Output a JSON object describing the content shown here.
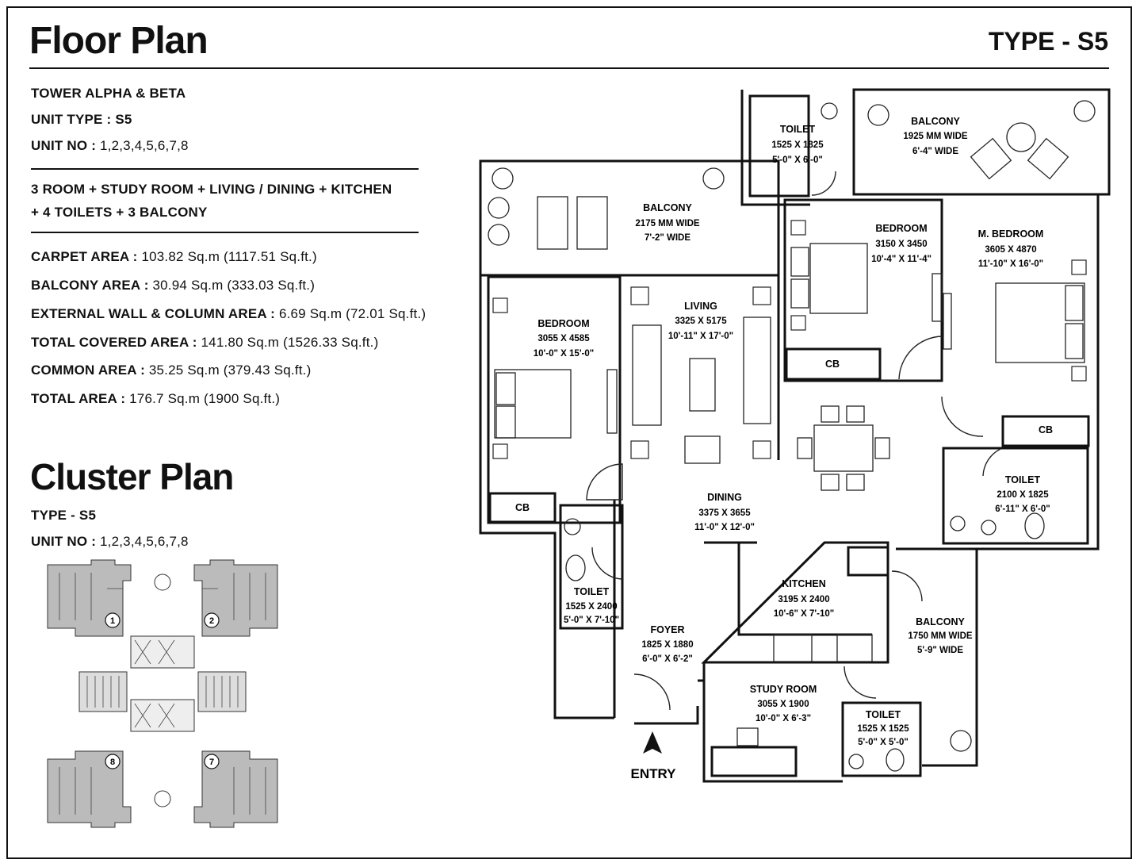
{
  "header": {
    "title": "Floor Plan",
    "type_label": "TYPE - S5"
  },
  "info": {
    "tower": "TOWER ALPHA & BETA",
    "unit_type_label": "UNIT TYPE :",
    "unit_type_value": "S5",
    "unit_no_label": "UNIT NO :",
    "unit_no_value": "1,2,3,4,5,6,7,8",
    "config_line1": "3 ROOM + STUDY ROOM + LIVING / DINING + KITCHEN",
    "config_line2": "+ 4 TOILETS + 3 BALCONY",
    "areas": [
      {
        "label": "CARPET AREA :",
        "value": "103.82 Sq.m (1117.51 Sq.ft.)"
      },
      {
        "label": "BALCONY AREA :",
        "value": "30.94 Sq.m (333.03 Sq.ft.)"
      },
      {
        "label": "EXTERNAL WALL & COLUMN AREA :",
        "value": "6.69 Sq.m (72.01 Sq.ft.)"
      },
      {
        "label": "TOTAL COVERED AREA :",
        "value": "141.80 Sq.m (1526.33 Sq.ft.)"
      },
      {
        "label": "COMMON AREA :",
        "value": "35.25 Sq.m (379.43 Sq.ft.)"
      },
      {
        "label": "TOTAL AREA :",
        "value": "176.7 Sq.m (1900 Sq.ft.)"
      }
    ]
  },
  "cluster": {
    "title": "Cluster Plan",
    "type_label": "TYPE - S5",
    "unit_no_label": "UNIT NO :",
    "unit_no_value": "1,2,3,4,5,6,7,8",
    "unit_markers": [
      "1",
      "2",
      "8",
      "7"
    ]
  },
  "rooms": [
    {
      "name": "TOILET",
      "l1": "1525 X 1825",
      "l2": "5'-0\" X 6'-0\""
    },
    {
      "name": "BALCONY",
      "l1": "1925 MM WIDE",
      "l2": "6'-4\" WIDE"
    },
    {
      "name": "BALCONY",
      "l1": "2175 MM WIDE",
      "l2": "7'-2\" WIDE"
    },
    {
      "name": "BEDROOM",
      "l1": "3150 X 3450",
      "l2": "10'-4\" X 11'-4\""
    },
    {
      "name": "M. BEDROOM",
      "l1": "3605 X 4870",
      "l2": "11'-10\" X 16'-0\""
    },
    {
      "name": "BEDROOM",
      "l1": "3055 X 4585",
      "l2": "10'-0\" X 15'-0\""
    },
    {
      "name": "LIVING",
      "l1": "3325 X 5175",
      "l2": "10'-11\" X 17'-0\""
    },
    {
      "name": "DINING",
      "l1": "3375 X 3655",
      "l2": "11'-0\" X 12'-0\""
    },
    {
      "name": "TOILET",
      "l1": "2100 X 1825",
      "l2": "6'-11\" X 6'-0\""
    },
    {
      "name": "TOILET",
      "l1": "1525 X 2400",
      "l2": "5'-0\" X 7'-10\""
    },
    {
      "name": "KITCHEN",
      "l1": "3195 X 2400",
      "l2": "10'-6\" X 7'-10\""
    },
    {
      "name": "BALCONY",
      "l1": "1750 MM WIDE",
      "l2": "5'-9\" WIDE"
    },
    {
      "name": "FOYER",
      "l1": "1825 X 1880",
      "l2": "6'-0\" X 6'-2\""
    },
    {
      "name": "STUDY ROOM",
      "l1": "3055 X 1900",
      "l2": "10'-0\" X 6'-3\""
    },
    {
      "name": "TOILET",
      "l1": "1525 X 1525",
      "l2": "5'-0\" X 5'-0\""
    }
  ],
  "cb_labels": [
    "CB",
    "CB",
    "CB"
  ],
  "entry": "ENTRY"
}
